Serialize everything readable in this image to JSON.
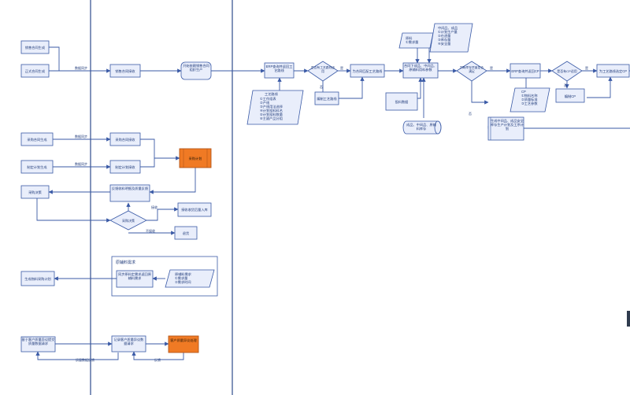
{
  "colors": {
    "stroke": "#3a5aa6",
    "fill": "#e9eefb",
    "text": "#1f3a7a",
    "accent_fill": "#f07a24",
    "accent_stroke": "#b4561a",
    "lane": "#2f4c8c",
    "background": "#ffffff"
  },
  "boxes": {
    "signed_contract": "销售合同生成",
    "formal_contract": "正式合同生成",
    "receive_contract": "销售合同接收",
    "purchase_contract": "采购合同生成",
    "purchase_contract_recv": "采购合同接收",
    "plan_gen": "制定计划生成",
    "plan_recv": "制定计划接收",
    "purchase_plan": "采购计划",
    "purchase_result": "采购决策",
    "send_feedback": "反馈收料明细及质量反馈",
    "material_entry": "接收收货后量入库",
    "return": "退货",
    "gen_material_plan": "生成物料采购计划",
    "sync_material": "同步原料定需求返回原辅料需求",
    "based_quality": "基于客户质量异议提交质量数据请求",
    "record_quality": "记录客户质量异议数据请求",
    "client_quality": "客户质量异议处理",
    "start_prod": "开始依赖销售合同组织生产",
    "erp_query": "ERP查询并返回工艺路线",
    "std_route": "为合同匹配工艺路线",
    "edit_route": "编制工艺路线",
    "contract_process": "合同下成品、中间品、原辅料用料参数",
    "bom_data": "投料数据",
    "prod_mid": "成品、中间品、原辅料库存",
    "judge_stock": "判断库存余量",
    "erp_cp": "ERP查询并返回CP",
    "judge_cp": "是否有CP适用",
    "assign_route": "为工艺路线选定CP",
    "edit_cp": "编制CP",
    "gen_mid": "生成中间品、成品安全库存生产计划及工序计划",
    "material_need": "原辅料需求"
  },
  "params": {
    "route_title": "工艺路线",
    "route_items": [
      "①工作组表",
      "②产线",
      "③产线用法选择",
      "④计划投料料名",
      "⑤计划投料数量",
      "⑥主副产品分组"
    ],
    "order_items": [
      "原料",
      "①需求量"
    ],
    "bom_items": [
      "中间品、成品",
      "①计划生产量",
      "②在途量",
      "③库存量",
      "④安全量"
    ],
    "cp_items": [
      "CP",
      "①物料名称",
      "②质量标准",
      "③工艺参数"
    ],
    "material_items": [
      "原辅料需求",
      "①需求量",
      "②需求时间"
    ]
  },
  "decisions": {
    "has_route": "是否有工艺路线适用",
    "stock_ok": "判断库存余量是否满足",
    "has_cp": "是否有CP适用",
    "purchase_decision": "采购决策"
  },
  "edge_labels": {
    "data_sync": "数据同步",
    "yes": "是",
    "no": "否",
    "accept": "接收",
    "return_goods": "退货",
    "reject": "不接收",
    "quality_feedback": "质量数据反馈",
    "feedback": "反馈"
  }
}
